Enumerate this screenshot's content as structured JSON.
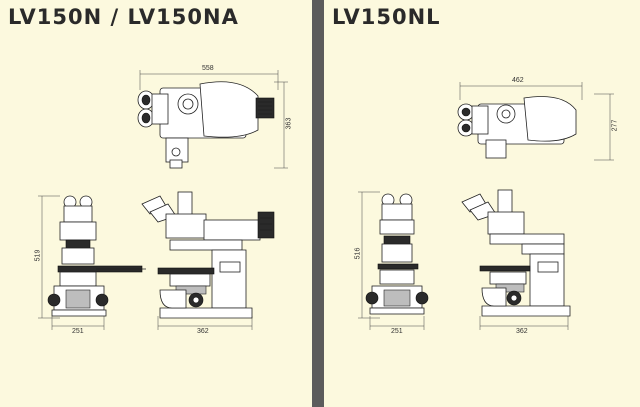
{
  "left_panel": {
    "title": "LV150N / LV150NA",
    "dims": {
      "top_width": "558",
      "top_height": "363",
      "front_height": "519",
      "front_width": "251",
      "side_width": "362"
    }
  },
  "right_panel": {
    "title": "LV150NL",
    "dims": {
      "top_width": "462",
      "top_height": "277",
      "front_height": "516",
      "front_width": "251",
      "side_width": "362"
    }
  },
  "colors": {
    "panel_bg": "#fcf9de",
    "divider": "#5c5c5c",
    "line": "#222222"
  }
}
